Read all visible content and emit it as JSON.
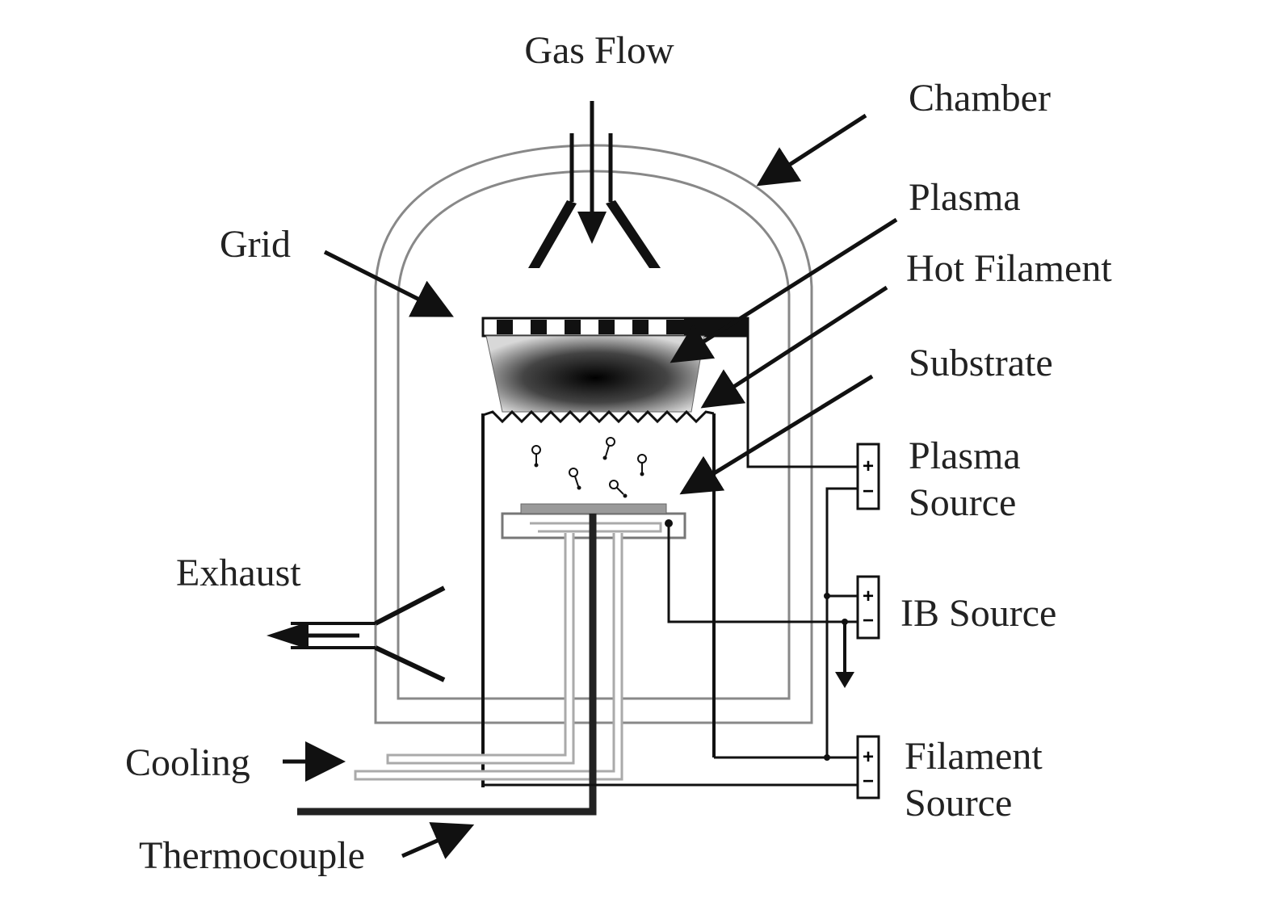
{
  "labels": {
    "gas_flow": "Gas Flow",
    "chamber": "Chamber",
    "grid": "Grid",
    "plasma": "Plasma",
    "hot_filament": "Hot Filament",
    "substrate": "Substrate",
    "plasma_source_line1": "Plasma",
    "plasma_source_line2": "Source",
    "ib_source": "IB Source",
    "filament_source_line1": "Filament",
    "filament_source_line2": "Source",
    "exhaust": "Exhaust",
    "cooling": "Cooling",
    "thermocouple": "Thermocouple"
  },
  "power_supply_terminals": {
    "positive": "+",
    "negative": "−"
  },
  "colors": {
    "line": "#111111",
    "outline": "#777777",
    "light_bar": "#c8c8c8",
    "plasma_core": "#000000",
    "substrate_plate": "#9a9a9a"
  }
}
